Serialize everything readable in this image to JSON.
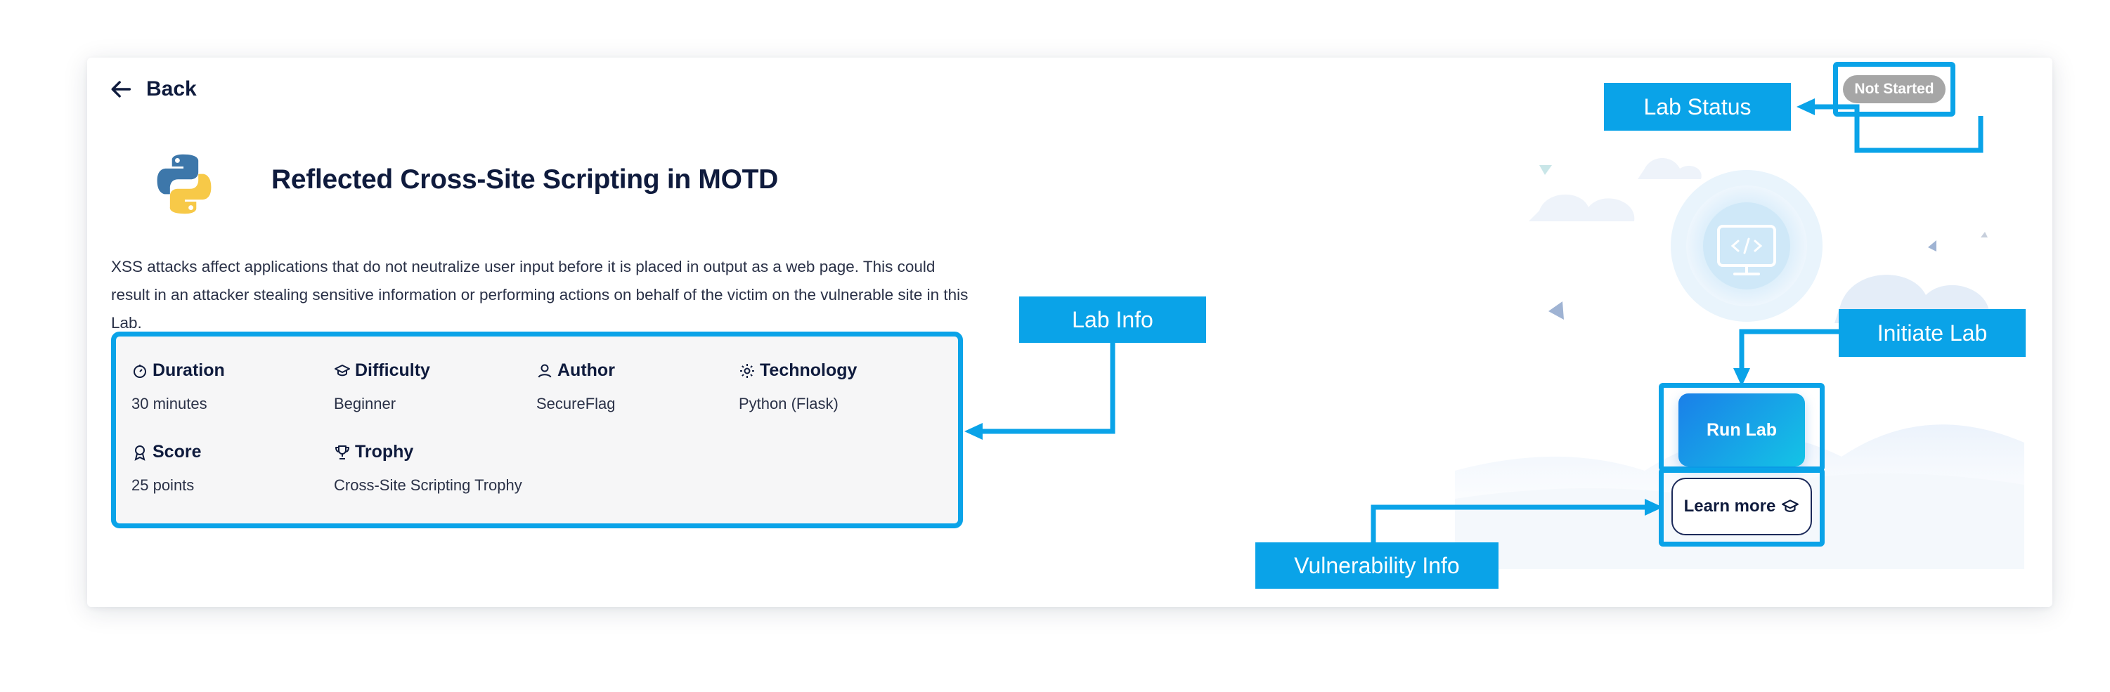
{
  "nav": {
    "back_label": "Back"
  },
  "lab": {
    "title": "Reflected Cross-Site Scripting in MOTD",
    "description": "XSS attacks affect applications that do not neutralize user input before it is placed in output as a web page. This could result in an attacker stealing sensitive information or performing actions on behalf of the victim on the vulnerable site in this Lab.",
    "language_icon": "python-logo-icon"
  },
  "info": {
    "duration": {
      "label": "Duration",
      "value": "30 minutes",
      "icon": "timer-icon"
    },
    "difficulty": {
      "label": "Difficulty",
      "value": "Beginner",
      "icon": "graduation-cap-icon"
    },
    "author": {
      "label": "Author",
      "value": "SecureFlag",
      "icon": "user-icon"
    },
    "technology": {
      "label": "Technology",
      "value": "Python (Flask)",
      "icon": "gear-icon"
    },
    "score": {
      "label": "Score",
      "value": "25 points",
      "icon": "medal-icon"
    },
    "trophy": {
      "label": "Trophy",
      "value": "Cross-Site Scripting Trophy",
      "icon": "trophy-icon"
    }
  },
  "controls": {
    "status": "Not Started",
    "history_icon": "clock-icon",
    "exit_icon": "exit-icon"
  },
  "actions": {
    "run_label": "Run Lab",
    "learn_label": "Learn more"
  },
  "annotations": {
    "lab_status": "Lab Status",
    "lab_info": "Lab Info",
    "initiate_lab": "Initiate Lab",
    "vulnerability_info": "Vulnerability Info"
  },
  "colors": {
    "accent": "#0aa3e8",
    "status_grey": "#a6a6a6",
    "run_gradient_start": "#1a7fe8",
    "run_gradient_end": "#14c4e6",
    "text_dark": "#0f1b3d"
  }
}
